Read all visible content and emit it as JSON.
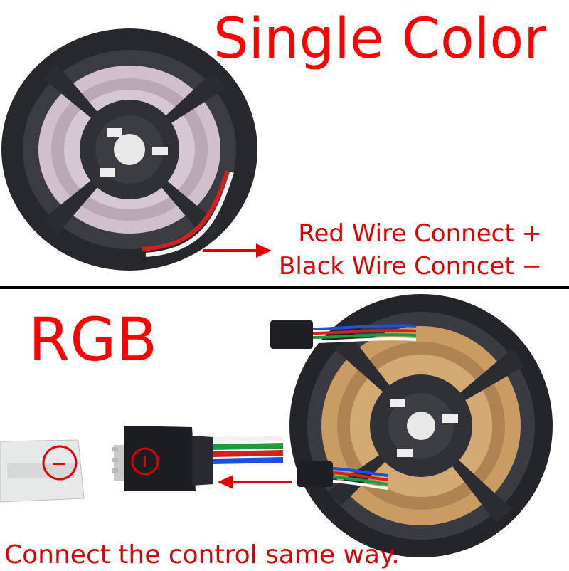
{
  "single_color": {
    "title": "Single Color",
    "red_wire_text": "Red Wire Connect +",
    "black_wire_text": "Black Wire Conncet −"
  },
  "rgb": {
    "title": "RGB",
    "footer_text": "Connect the control same way."
  },
  "colors": {
    "label_red": "#ff0000",
    "reel_dark": "#2c2e33",
    "strip_single": "#c9b9c6",
    "strip_rgb": "#c8a06a",
    "arrow": "#e00000"
  }
}
